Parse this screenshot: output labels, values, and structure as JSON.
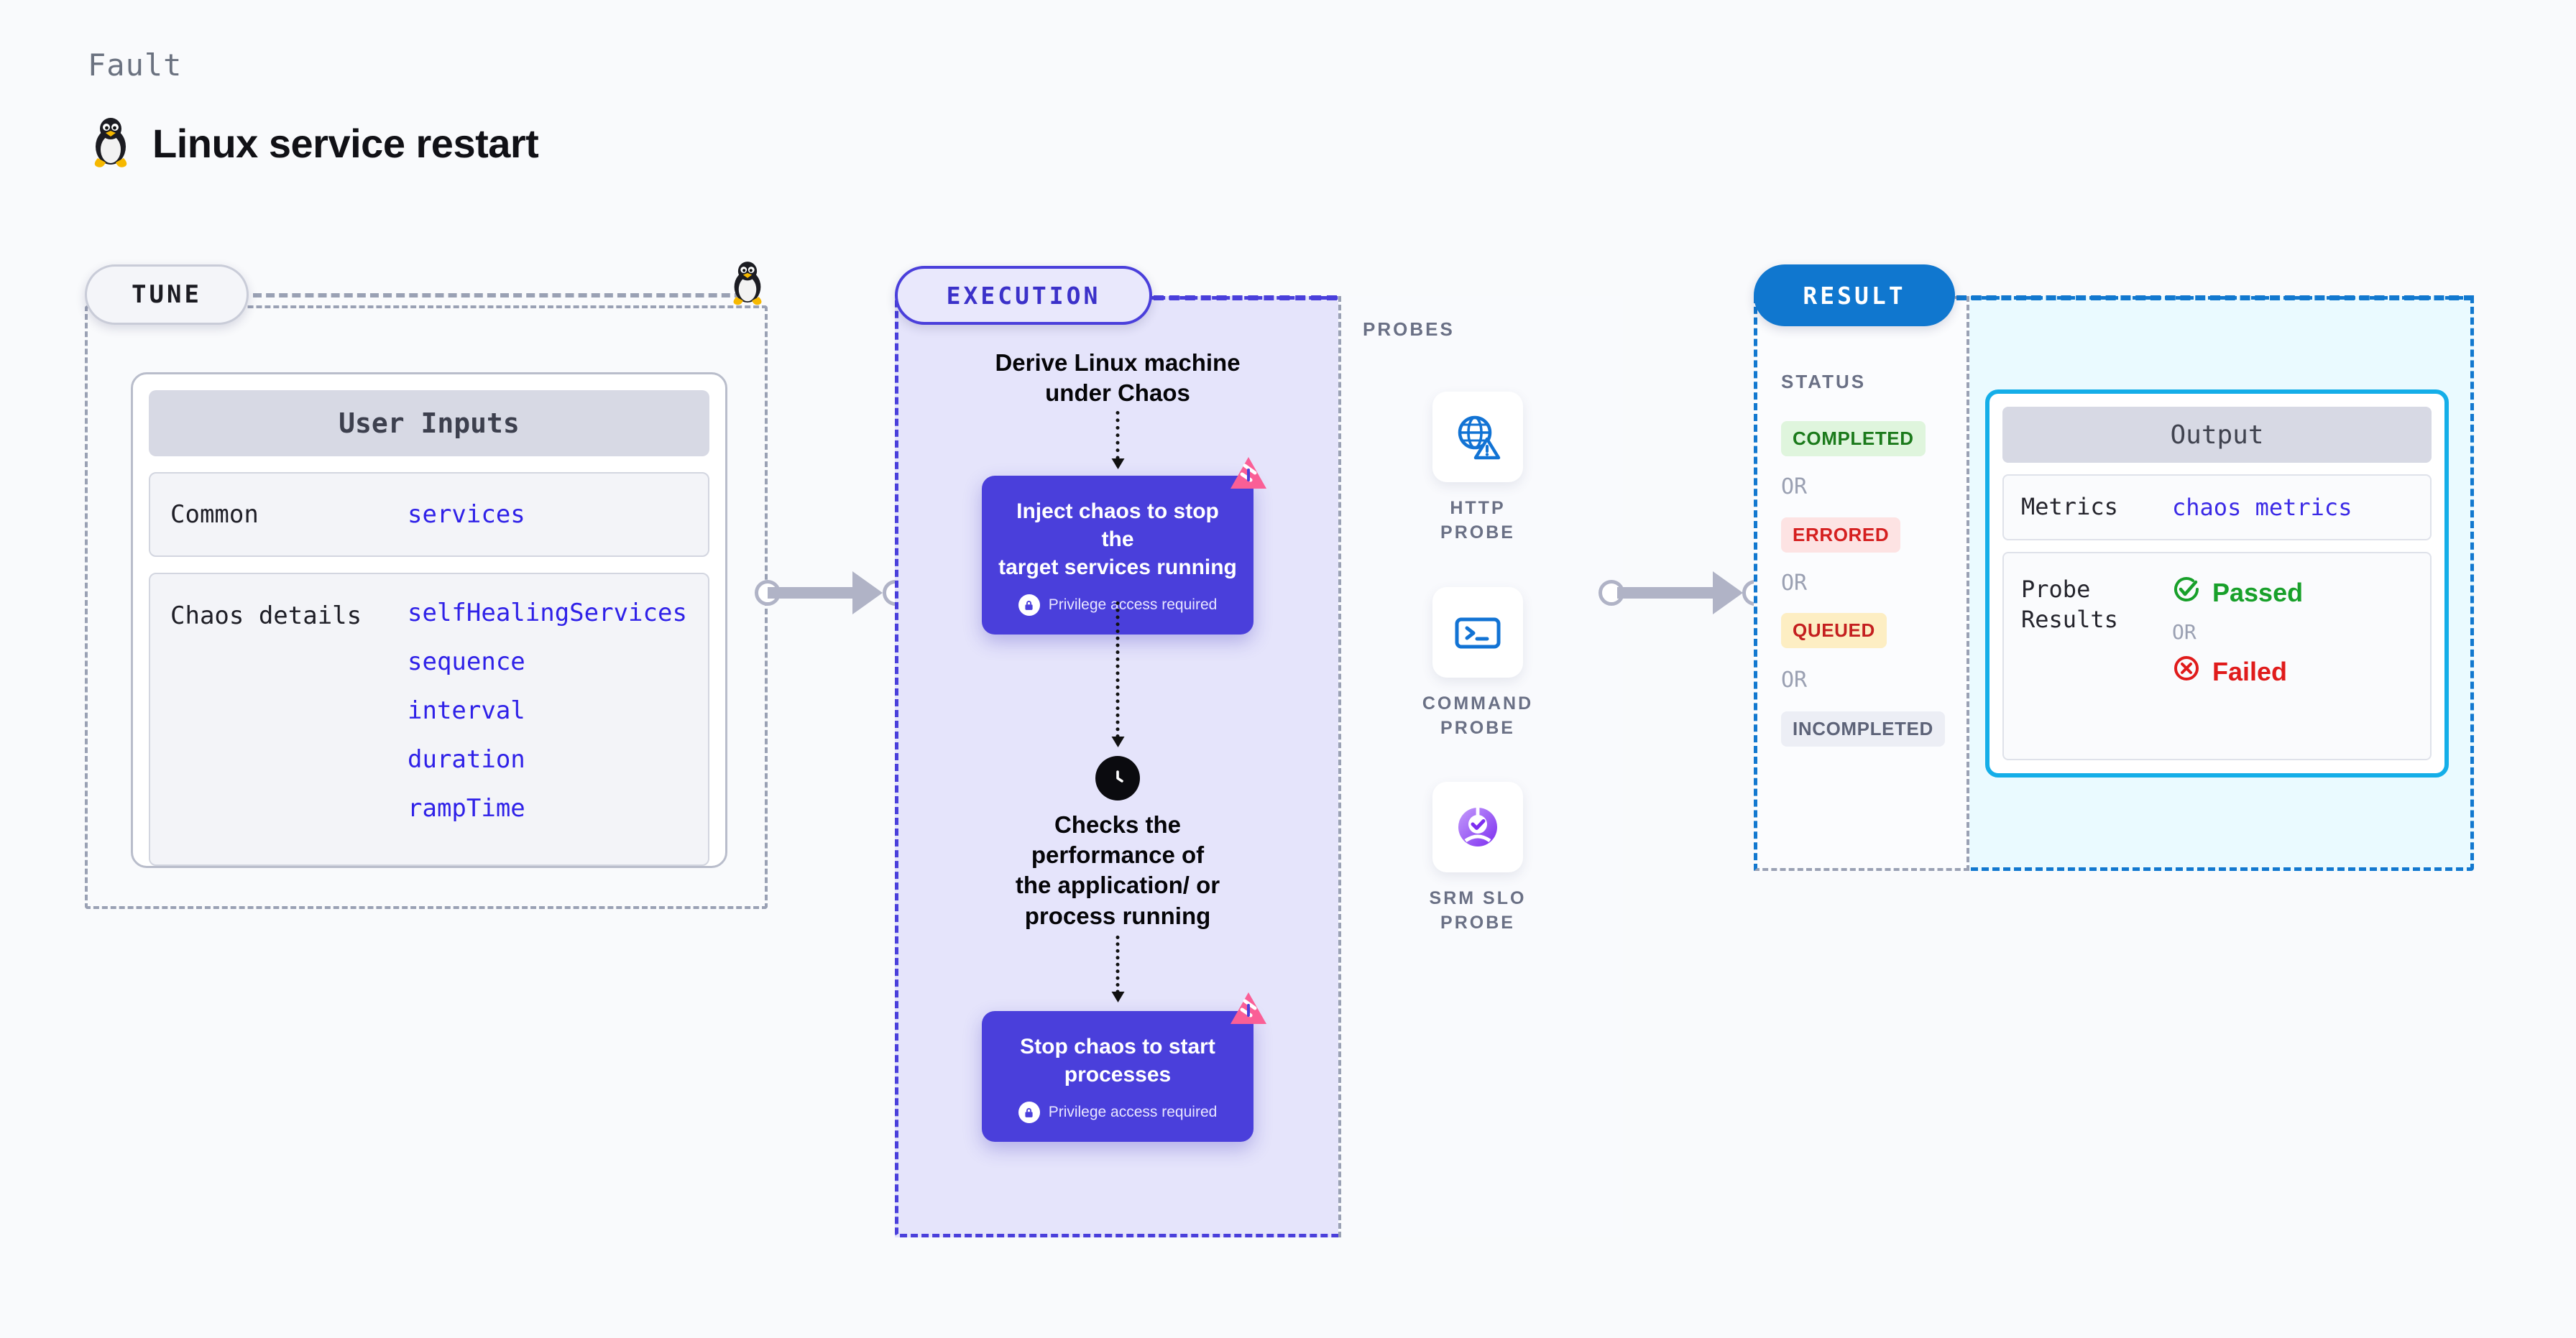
{
  "header": {
    "eyebrow": "Fault",
    "title": "Linux service restart",
    "icon": "tux-penguin-icon"
  },
  "tune": {
    "pill_label": "TUNE",
    "card_title": "User Inputs",
    "rows": [
      {
        "label": "Common",
        "values": [
          "services"
        ]
      },
      {
        "label": "Chaos details",
        "values": [
          "selfHealingServices",
          "sequence",
          "interval",
          "duration",
          "rampTime"
        ]
      }
    ]
  },
  "execution": {
    "pill_label": "EXECUTION",
    "steps": [
      {
        "kind": "text",
        "label": "Derive Linux machine\nunder Chaos"
      },
      {
        "kind": "card",
        "label": "Inject chaos to stop the\ntarget services running",
        "privilege": "Privilege access required"
      },
      {
        "kind": "clock",
        "label": "Checks the\nperformance of\nthe application/ or\nprocess running"
      },
      {
        "kind": "card",
        "label": "Stop chaos to start\nprocesses",
        "privilege": "Privilege access required"
      }
    ]
  },
  "probes": {
    "title": "PROBES",
    "items": [
      {
        "label": "HTTP PROBE",
        "icon": "globe-warning-icon"
      },
      {
        "label": "COMMAND PROBE",
        "icon": "terminal-icon"
      },
      {
        "label": "SRM SLO PROBE",
        "icon": "slo-donut-check-icon"
      }
    ]
  },
  "result": {
    "pill_label": "RESULT",
    "status_title": "STATUS",
    "or_label": "OR",
    "statuses": [
      {
        "label": "COMPLETED",
        "bg": "#dff5dd",
        "fg": "#1b7a1b"
      },
      {
        "label": "ERRORED",
        "bg": "#fde3e3",
        "fg": "#d51f1f"
      },
      {
        "label": "QUEUED",
        "bg": "#fdeec3",
        "fg": "#c41f1f"
      },
      {
        "label": "INCOMPLETED",
        "bg": "#eceef5",
        "fg": "#5d6378"
      }
    ],
    "output": {
      "card_title": "Output",
      "metrics_label": "Metrics",
      "metrics_value": "chaos metrics",
      "probe_label": "Probe\nResults",
      "passed": "Passed",
      "failed": "Failed",
      "or_label": "OR"
    }
  },
  "colors": {
    "purple": "#4a3fdb",
    "blue": "#1278cf",
    "cyan": "#14aee8",
    "pink": "#fa5f96",
    "green": "#18a02a",
    "red": "#e01b1b",
    "link": "#2f21e8",
    "gray_dash": "#9aa1b4"
  }
}
